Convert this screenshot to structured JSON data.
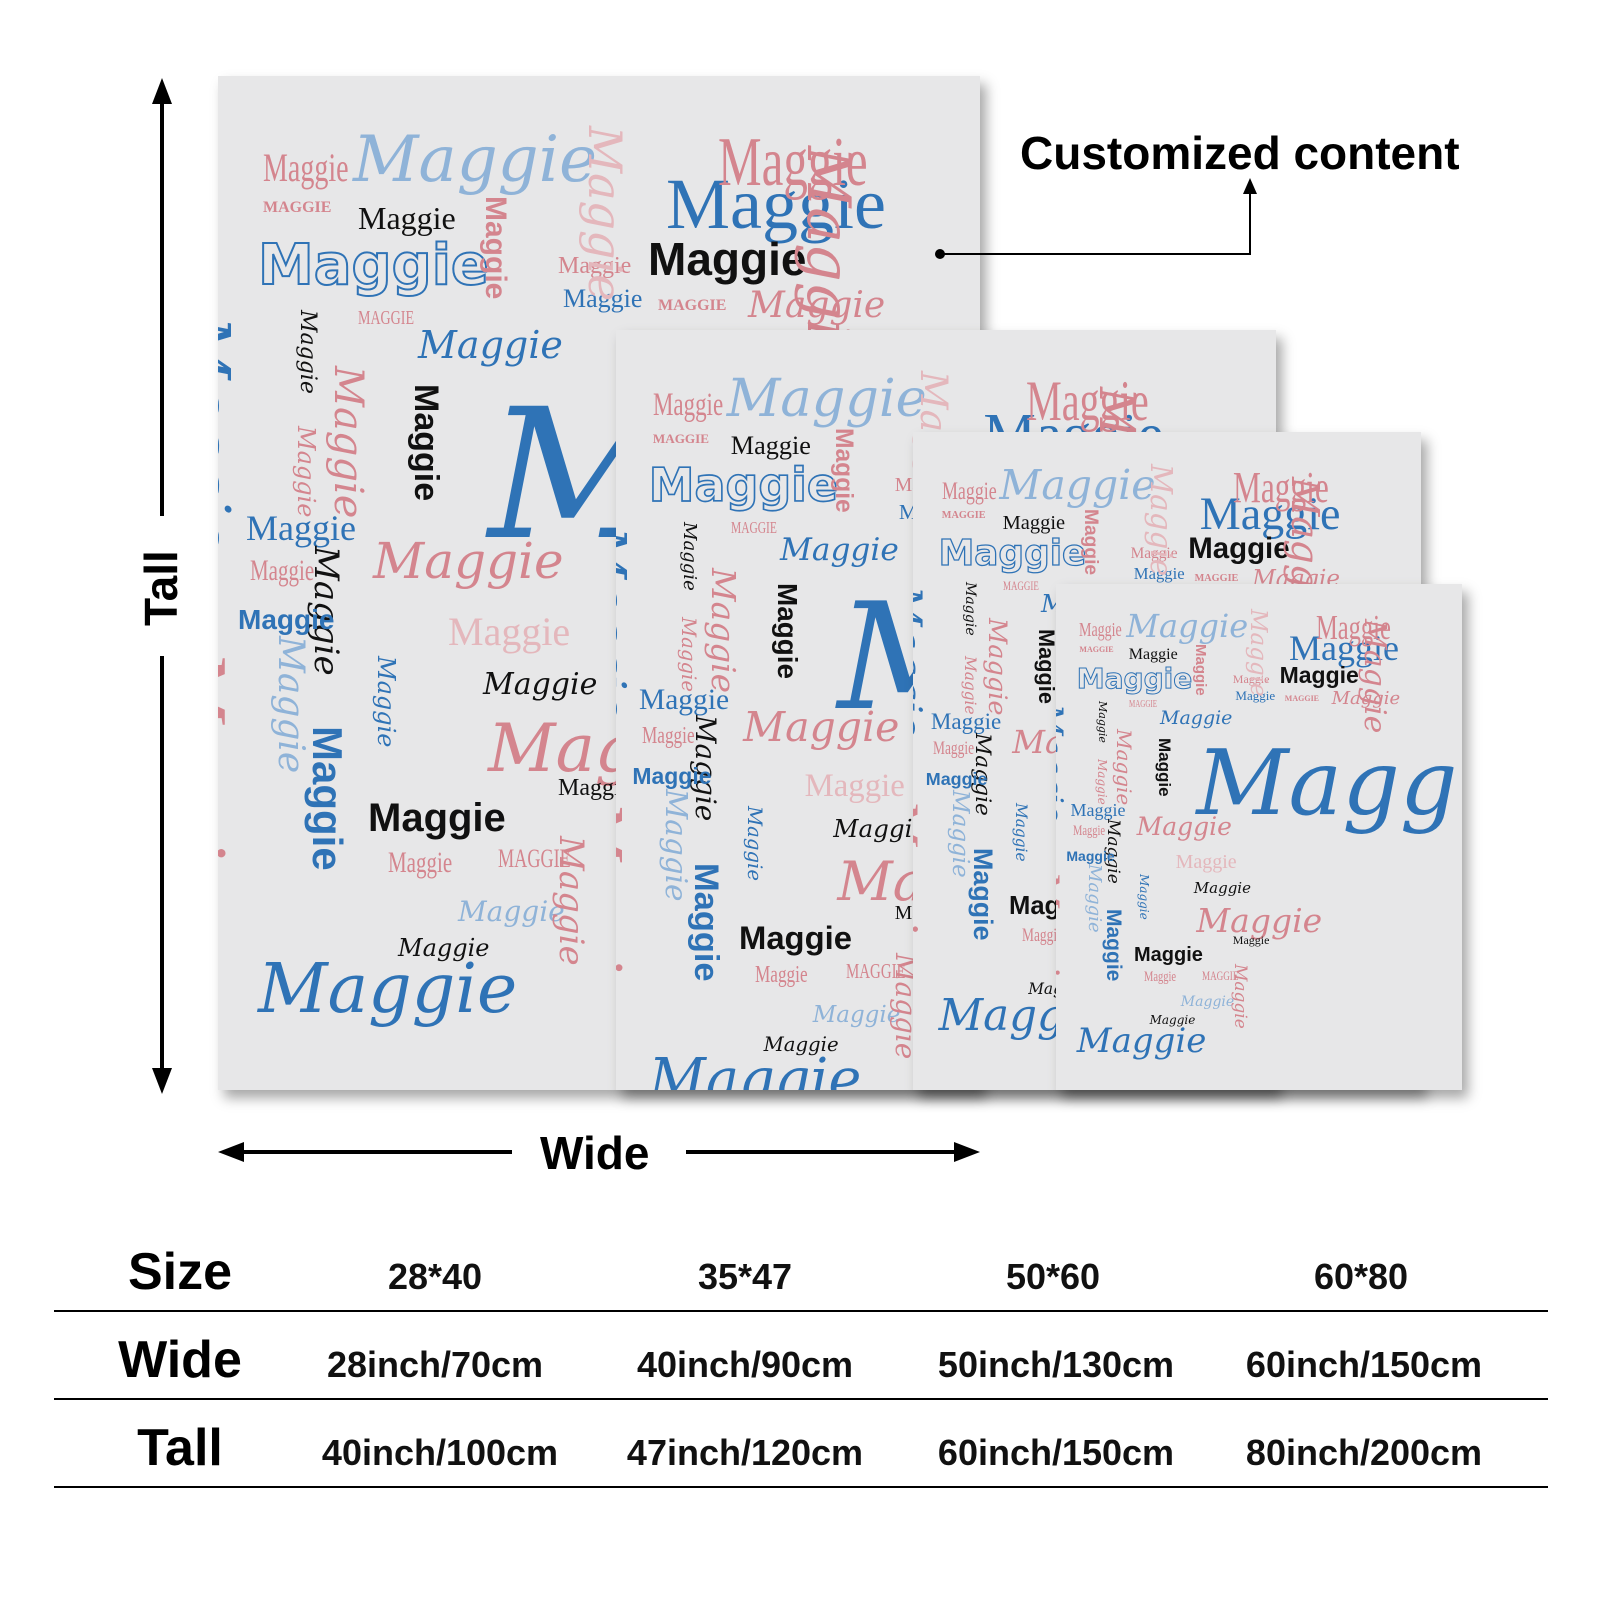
{
  "labels": {
    "customized": "Customized content",
    "tall": "Tall",
    "wide": "Wide"
  },
  "blanket": {
    "name": "Maggie",
    "name_caps": "MAGGIE",
    "background": "#e7e7e8",
    "palette": {
      "pink": "#d4858e",
      "blue": "#2f73b6",
      "lightblue": "#8fb3d8",
      "black": "#111111",
      "lightpink": "#e4b7bc"
    }
  },
  "table": {
    "headers": [
      "Size",
      "28*40",
      "35*47",
      "50*60",
      "60*80"
    ],
    "rows": [
      {
        "label": "Wide",
        "values": [
          "28inch/70cm",
          "40inch/90cm",
          "50inch/130cm",
          "60inch/150cm"
        ]
      },
      {
        "label": "Tall",
        "values": [
          "40inch/100cm",
          "47inch/120cm",
          "60inch/150cm",
          "80inch/200cm"
        ]
      }
    ]
  }
}
